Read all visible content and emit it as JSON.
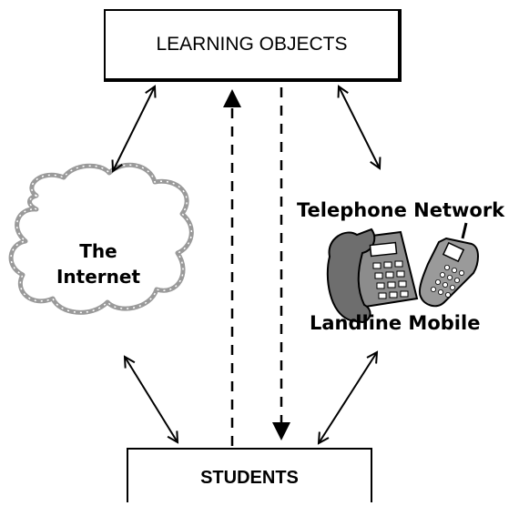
{
  "diagram": {
    "top_box_label": "LEARNING OBJECTS",
    "bottom_box_label": "STUDENTS",
    "cloud_label_line1": "The",
    "cloud_label_line2": "Internet",
    "telephone_title": "Telephone Network",
    "telephone_sublabel": "Landline Mobile"
  },
  "colors": {
    "cloud_outline": "#9a9a9a",
    "lines": "#000000",
    "background": "#ffffff"
  },
  "icons": [
    "landline-phone-icon",
    "mobile-phone-icon",
    "internet-cloud-icon"
  ]
}
